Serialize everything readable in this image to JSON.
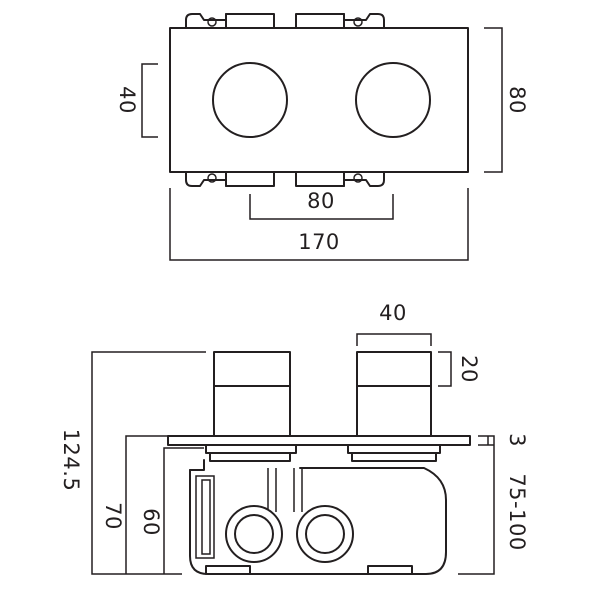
{
  "diagram": {
    "top_view": {
      "height_dim": "80",
      "button_dim": "40",
      "spacing_dim": "80",
      "width_dim": "170"
    },
    "side_view": {
      "button_width_dim": "40",
      "button_depth_dim": "20",
      "plate_thickness_dim": "3",
      "wall_depth_dim": "75-100",
      "total_depth_dim": "124.5",
      "body_depth_dim": "70",
      "inner_depth_dim": "60"
    }
  }
}
